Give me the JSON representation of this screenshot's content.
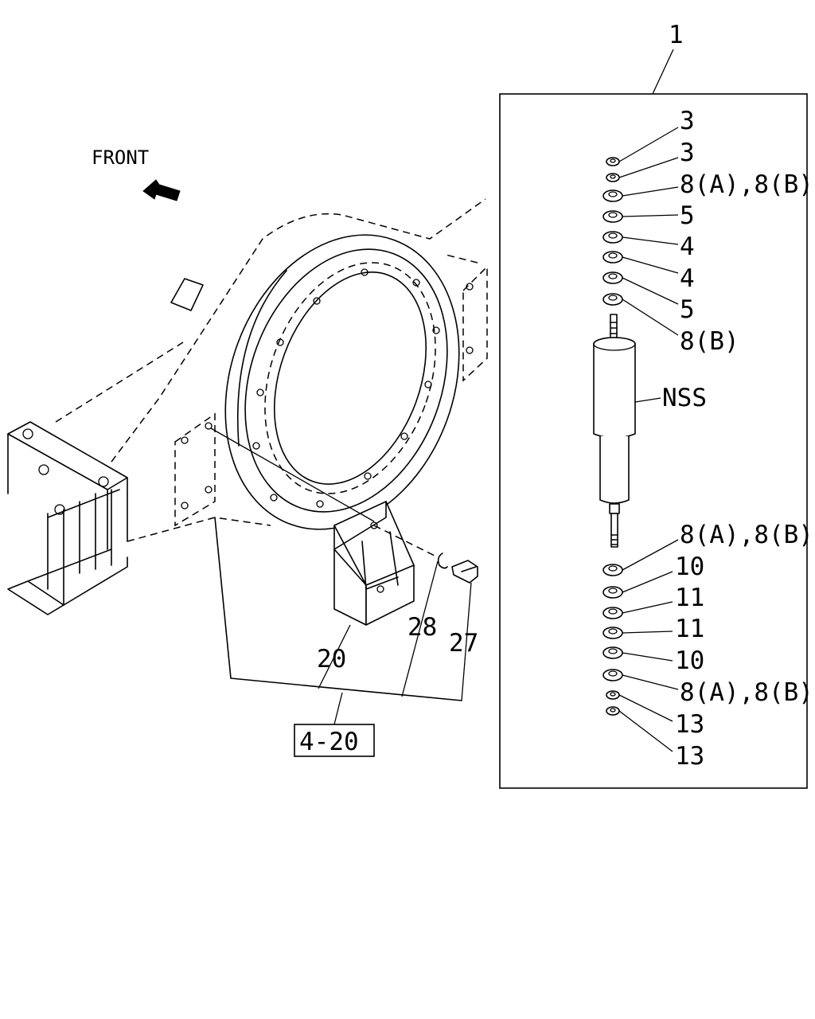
{
  "direction_label": "FRONT",
  "assembly_callout": "1",
  "reference_box": "4-20",
  "parts": {
    "bracket": "20",
    "snap_ring": "28",
    "bolt": "27"
  },
  "kit_items": [
    "3",
    "3",
    "8(A),8(B)",
    "5",
    "4",
    "4",
    "5",
    "8(B)",
    "NSS",
    "8(A),8(B)",
    "10",
    "11",
    "11",
    "10",
    "8(A),8(B)",
    "13",
    "13"
  ],
  "colors": {
    "ink": "#000000",
    "paper": "#ffffff"
  },
  "icons": {
    "direction_arrow": "front-arrow-icon"
  }
}
